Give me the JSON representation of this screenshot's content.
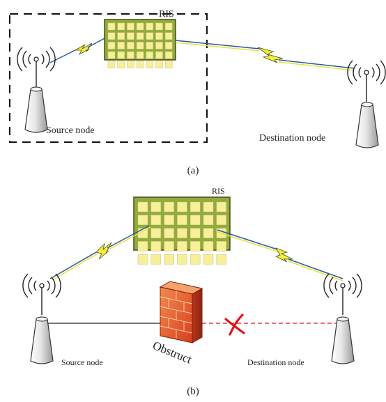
{
  "panel_a": {
    "ris_label": "RIS",
    "source_label": "Source node",
    "destination_label": "Destination node",
    "caption": "(a)"
  },
  "panel_b": {
    "ris_label": "RIS",
    "source_label": "Source node",
    "destination_label": "Destination node",
    "obstruct_label": "Obstruct",
    "caption": "(b)"
  },
  "colors": {
    "ris_frame": "#8fa83a",
    "ris_cell": "#f7ef9a",
    "lightning": "#f2f03a",
    "link_blue": "#2b5a9e",
    "blocked_link": "#e0151a",
    "wall": "#e8572c"
  }
}
